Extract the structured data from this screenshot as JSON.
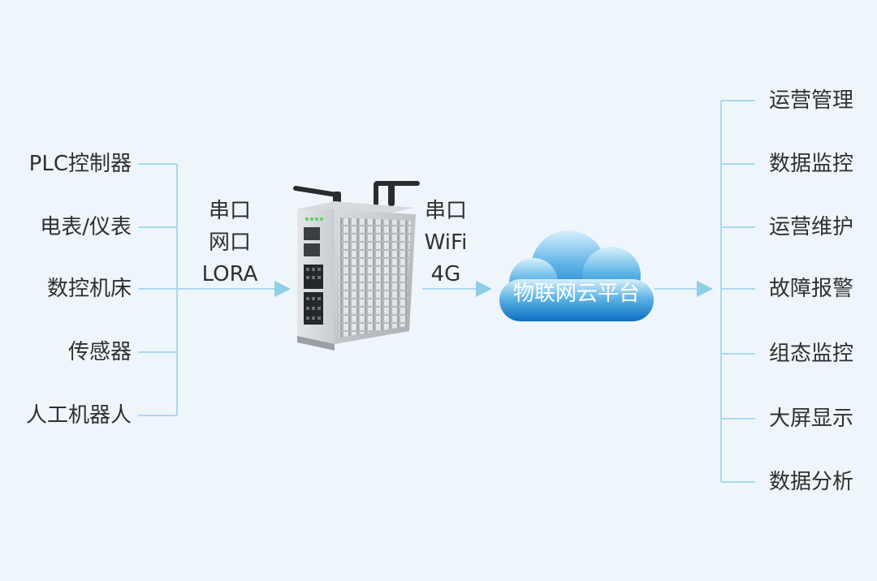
{
  "inputs": [
    "PLC控制器",
    "电表/仪表",
    "数控机床",
    "传感器",
    "人工机器人"
  ],
  "protocols_left": [
    "串口",
    "网口",
    "LORA"
  ],
  "protocols_right": [
    "串口",
    "WiFi",
    "4G"
  ],
  "platform": "物联网云平台",
  "outputs": [
    "运营管理",
    "数据监控",
    "运营维护",
    "故障报警",
    "组态监控",
    "大屏显示",
    "数据分析"
  ],
  "colors": {
    "line": "#aad8ee",
    "arrow": "#8fcde8",
    "cloud_dark": "#0c6fc0",
    "cloud_light": "#d7effb",
    "text": "#2f2f2f",
    "background": "#eef6fc"
  },
  "icons": {
    "device": "iot-gateway-device-icon",
    "cloud": "cloud-icon"
  }
}
